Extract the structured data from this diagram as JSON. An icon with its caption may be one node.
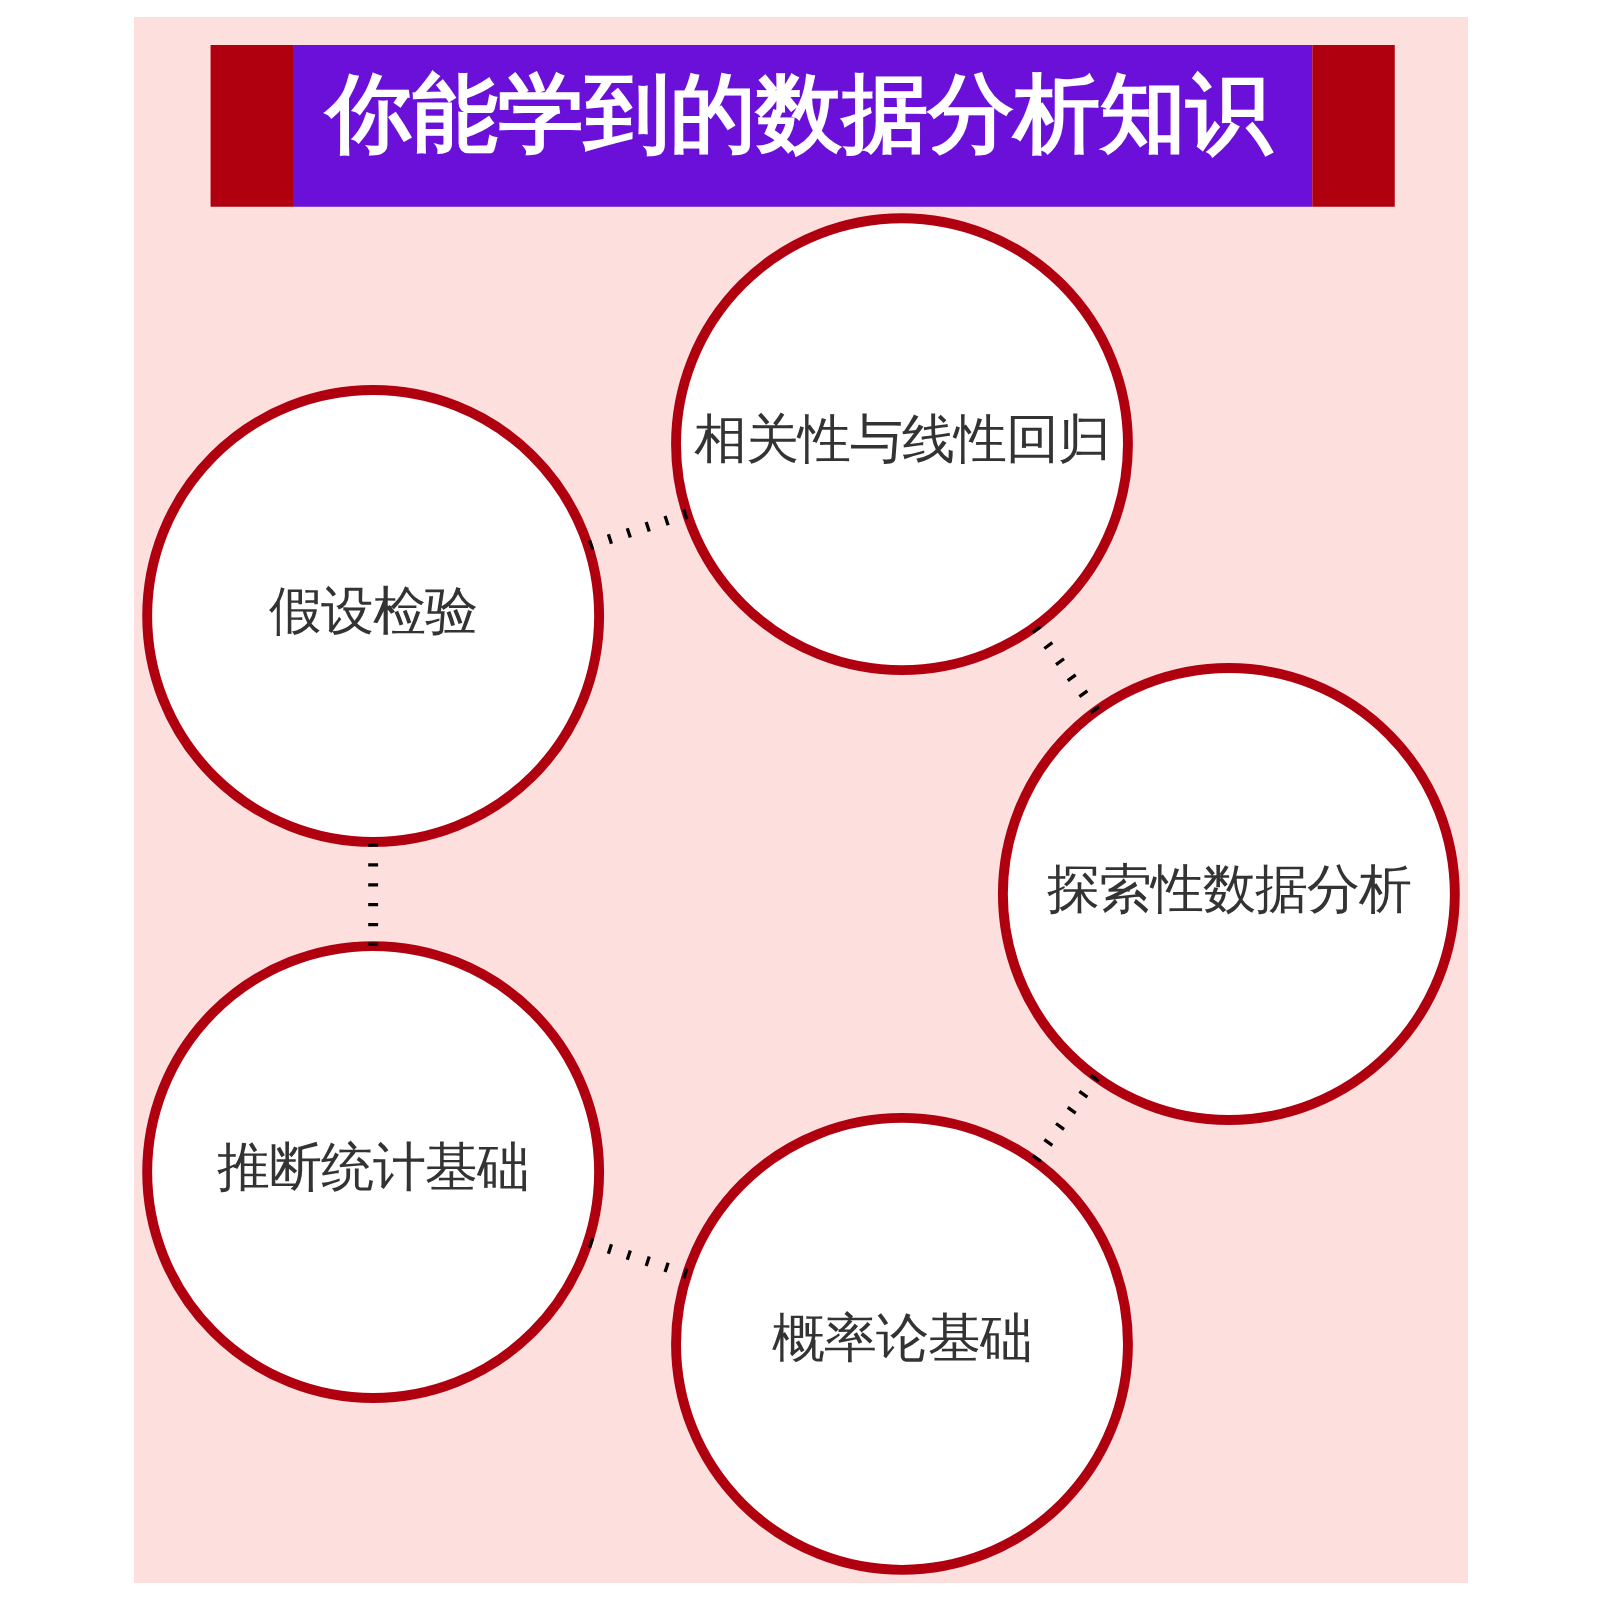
{
  "diagram": {
    "title": "你能学到的数据分析知识",
    "nodes": [
      {
        "text": [
          "概率论基础"
        ]
      },
      {
        "text": [
          "推断统计基础"
        ]
      },
      {
        "text": [
          "探索性数据分析"
        ]
      },
      {
        "text": [
          "假设检验"
        ]
      },
      {
        "text": [
          "相关性与线性回归"
        ]
      }
    ],
    "edges": [
      {
        "from": 2,
        "to": 0,
        "arrow": "none",
        "style": "dashed"
      },
      {
        "from": 0,
        "to": 1,
        "arrow": "none",
        "style": "dashed"
      },
      {
        "from": 1,
        "to": 3,
        "arrow": "none",
        "style": "dashed"
      },
      {
        "from": 4,
        "to": 3,
        "arrow": "none",
        "style": "dashed"
      },
      {
        "from": 2,
        "to": 4,
        "arrow": "none",
        "style": "dashed"
      }
    ]
  }
}
